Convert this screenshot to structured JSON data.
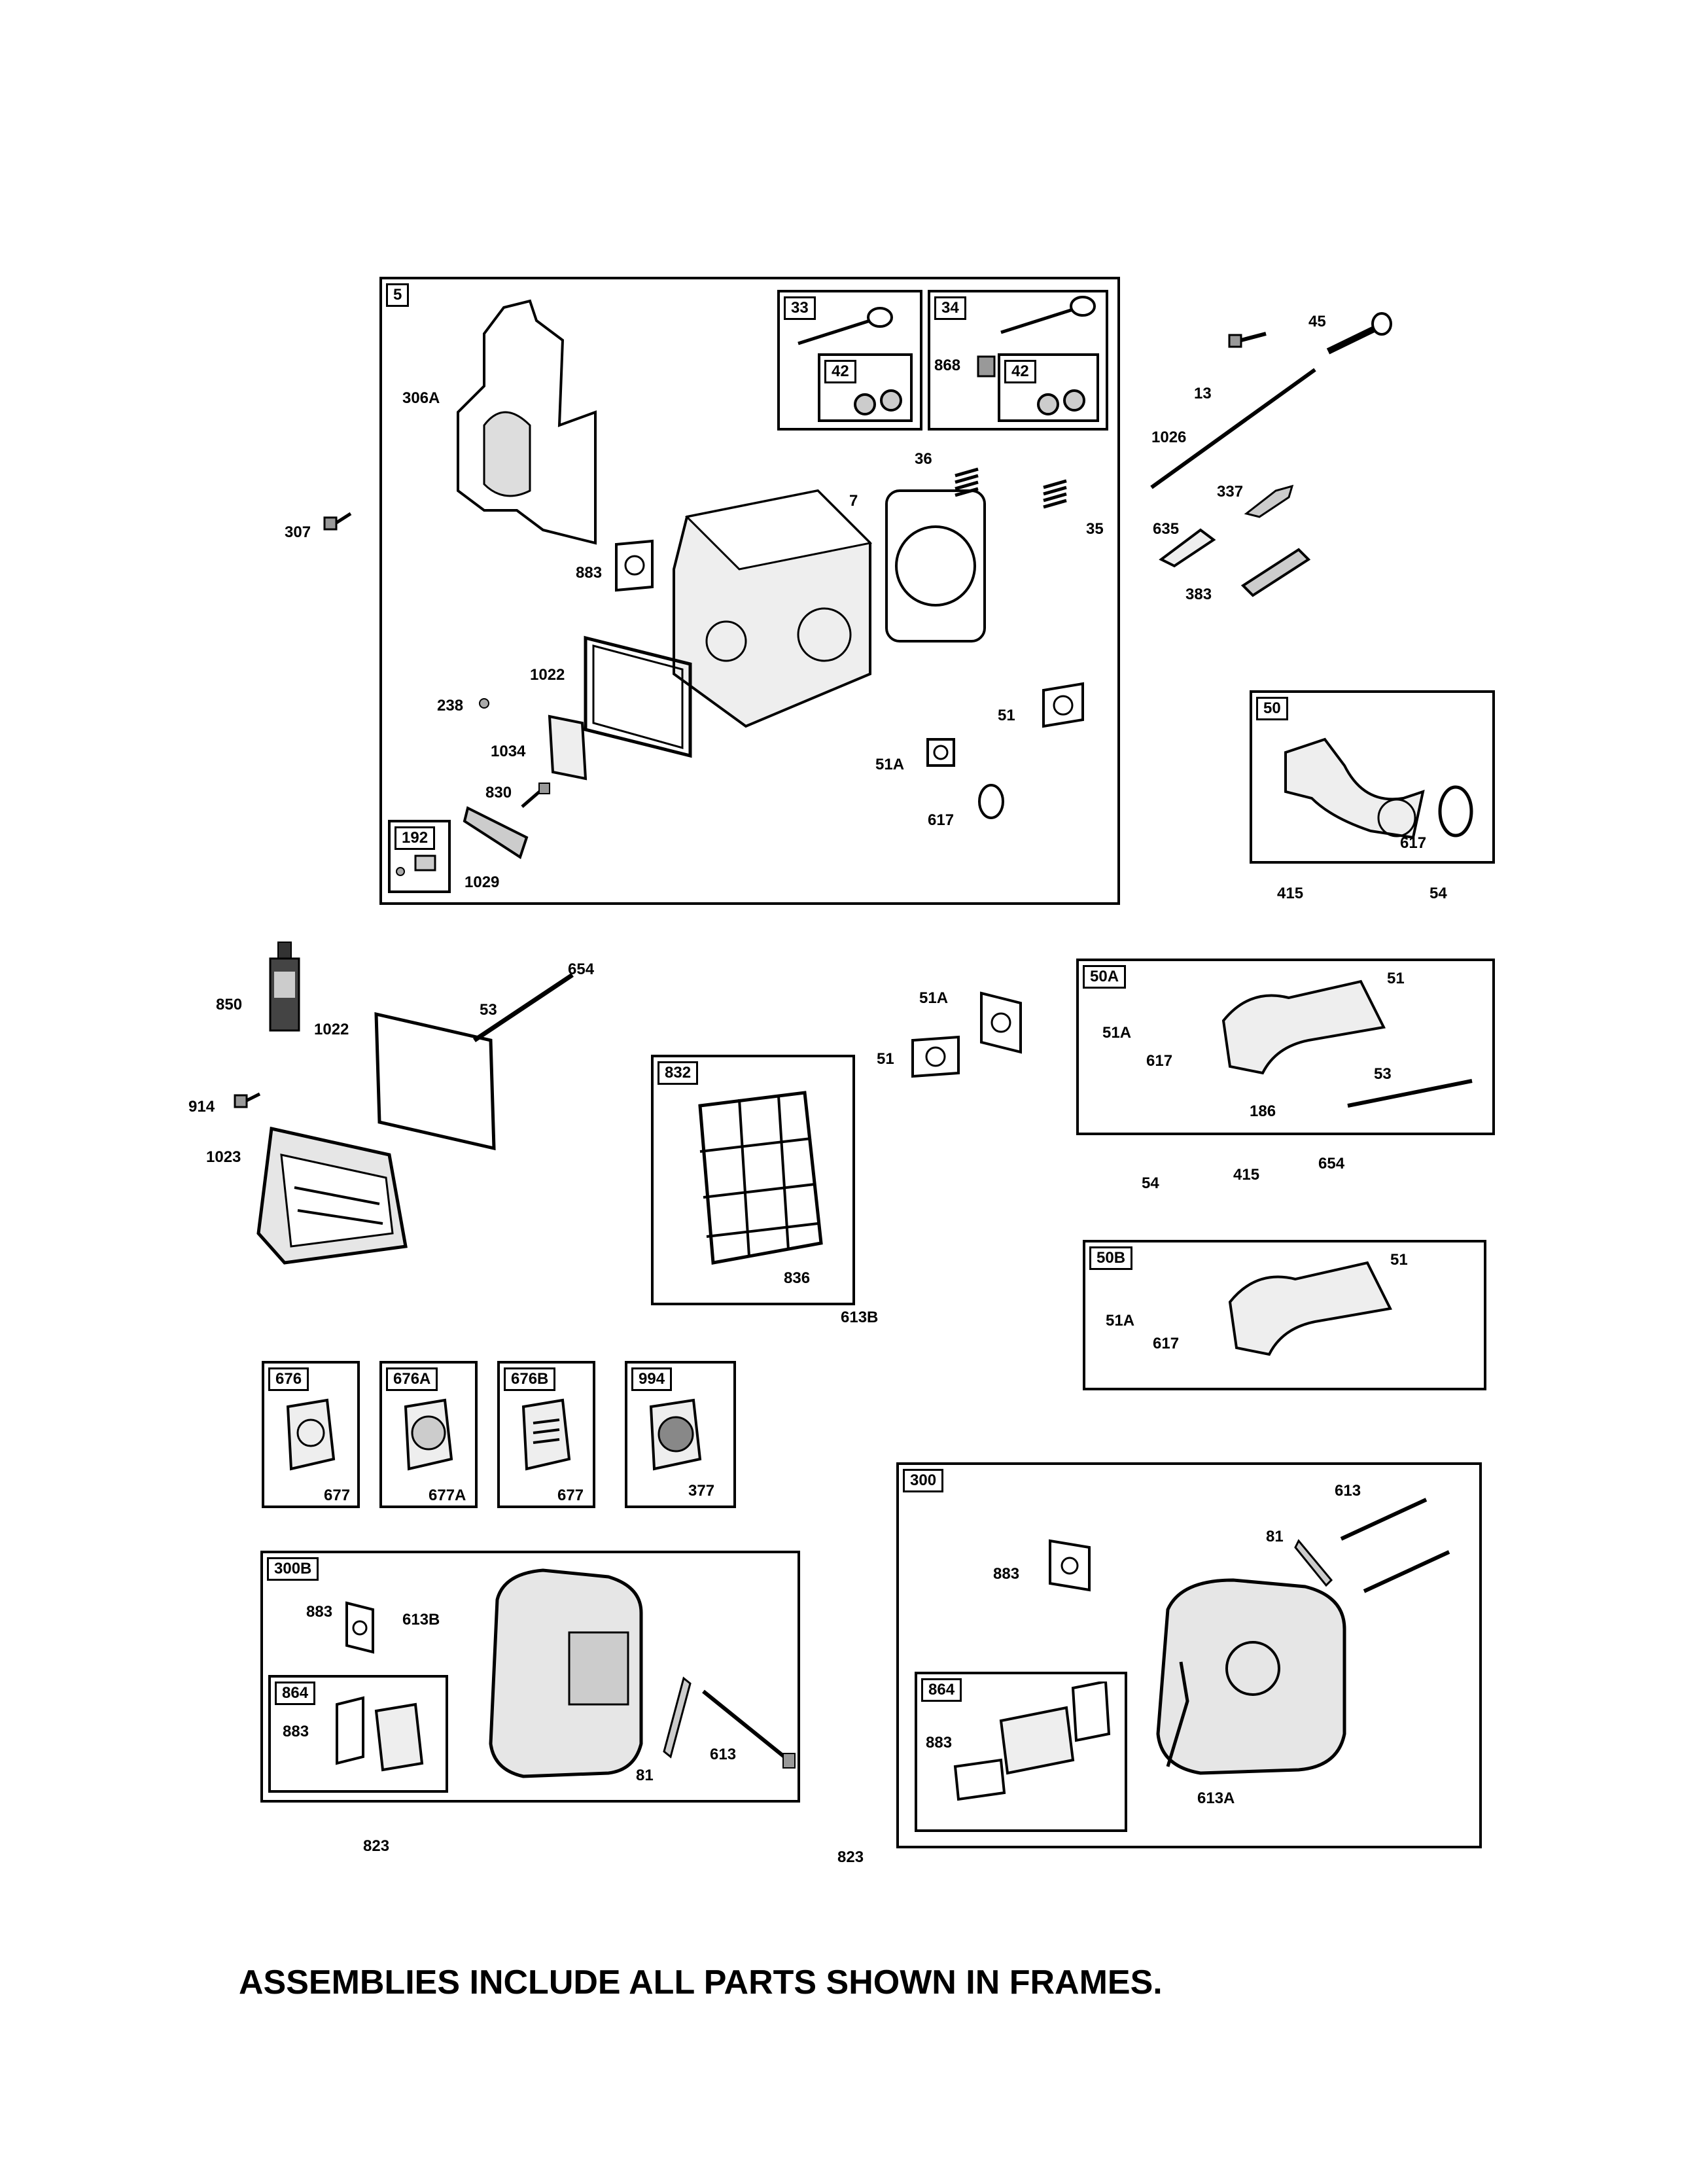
{
  "frames": {
    "f5": "5",
    "f33": "33",
    "f34": "34",
    "f42a": "42",
    "f42b": "42",
    "f192": "192",
    "f50": "50",
    "f50a": "50A",
    "f50b": "50B",
    "f832": "832",
    "f676": "676",
    "f676a": "676A",
    "f676b": "676B",
    "f994": "994",
    "f300b": "300B",
    "f864a": "864",
    "f300": "300",
    "f864b": "864"
  },
  "labels": {
    "l306a": "306A",
    "l307": "307",
    "l883a": "883",
    "l7": "7",
    "l36": "36",
    "l35": "35",
    "l868": "868",
    "l1022a": "1022",
    "l238": "238",
    "l1034": "1034",
    "l830": "830",
    "l1029": "1029",
    "l51a": "51",
    "l51Aa": "51A",
    "l617a": "617",
    "l13": "13",
    "l45": "45",
    "l1026": "1026",
    "l337": "337",
    "l635": "635",
    "l383": "383",
    "l617b": "617",
    "l415a": "415",
    "l54a": "54",
    "l850": "850",
    "l1022b": "1022",
    "l914": "914",
    "l1023": "1023",
    "l53a": "53",
    "l654a": "654",
    "l51Ab": "51A",
    "l51b": "51",
    "l836": "836",
    "l613Ba": "613B",
    "l51Ac": "51A",
    "l51c": "51",
    "l617c": "617",
    "l186": "186",
    "l53b": "53",
    "l54b": "54",
    "l415b": "415",
    "l654b": "654",
    "l51Ad": "51A",
    "l617d": "617",
    "l51d": "51",
    "l677a": "677",
    "l677A": "677A",
    "l677b": "677",
    "l377": "377",
    "l883b": "883",
    "l613Bb": "613B",
    "l883c": "883",
    "l81a": "81",
    "l613a": "613",
    "l823a": "823",
    "l613b": "613",
    "l81b": "81",
    "l883d": "883",
    "l883e": "883",
    "l613A": "613A",
    "l823b": "823"
  },
  "caption": "ASSEMBLIES INCLUDE ALL PARTS SHOWN IN FRAMES."
}
